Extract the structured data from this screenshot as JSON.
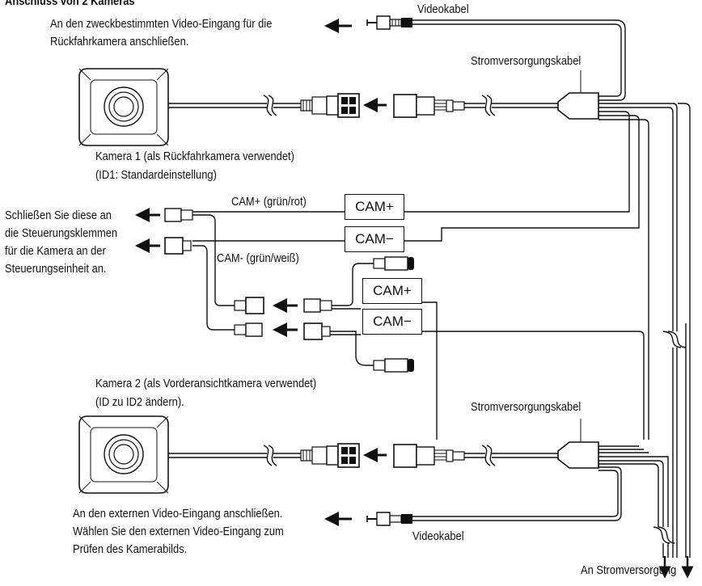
{
  "heading": "Anschluss von 2 Kameras",
  "top_video_note": [
    "An den zweckbestimmten Video-Eingang für die",
    "Rückfahrkamera anschließen."
  ],
  "video_cable_label": "Videokabel",
  "power_cable_label": "Stromversorgungskabel",
  "camera1_caption": [
    "Kamera 1 (als Rückfahrkamera verwendet)",
    "(ID1: Standardeinstellung)"
  ],
  "control_note": [
    "Schließen Sie diese an",
    "die Steuerungsklemmen",
    "für die Kamera an der",
    "Steuerungseinheit an."
  ],
  "cam_plus_wire": "CAM+ (grün/rot)",
  "cam_minus_wire": "CAM- (grün/weiß)",
  "cam_plus_box": "CAM+",
  "cam_minus_box": "CAM−",
  "camera2_caption": [
    "Kamera 2 (als Vorderansichtkamera verwendet)",
    "(ID zu ID2 ändern)."
  ],
  "bottom_video_note": [
    "An den externen Video-Eingang anschließen.",
    "Wählen Sie den externen Video-Eingang zum",
    "Prüfen des Kamerabilds."
  ],
  "power_supply_label": "An Stromversorgung"
}
